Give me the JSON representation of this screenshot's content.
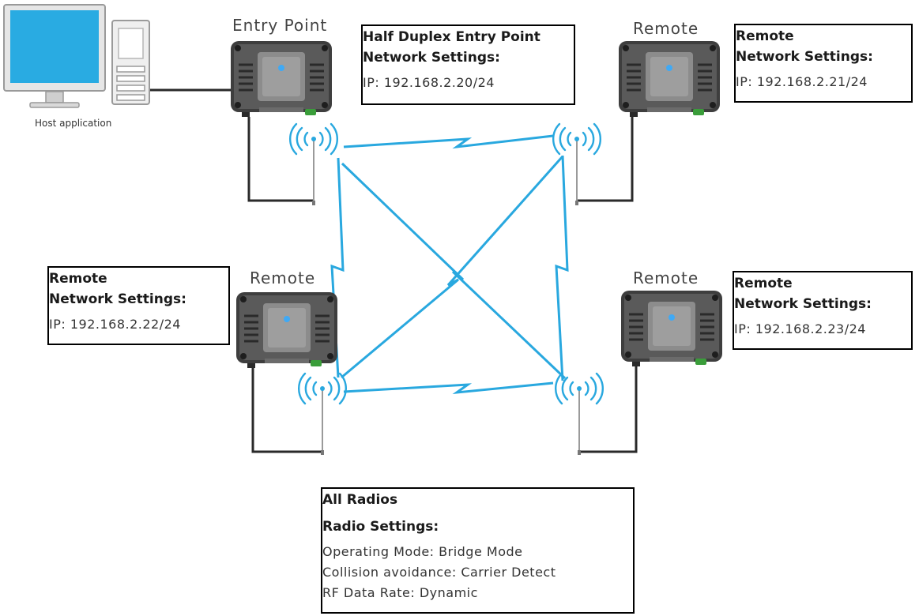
{
  "host": {
    "caption": "Host application"
  },
  "radios": {
    "entry_point": {
      "caption": "Entry Point"
    },
    "remote_top_right": {
      "caption": "Remote"
    },
    "remote_left": {
      "caption": "Remote"
    },
    "remote_right": {
      "caption": "Remote"
    }
  },
  "boxes": {
    "entry_point": {
      "title_line1": "Half Duplex Entry Point",
      "title_line2": "Network Settings:",
      "ip": "IP: 192.168.2.20/24"
    },
    "remote_top_right": {
      "title_line1": "Remote",
      "title_line2": "Network Settings:",
      "ip": "IP: 192.168.2.21/24"
    },
    "remote_left": {
      "title_line1": "Remote",
      "title_line2": "Network Settings:",
      "ip": "IP: 192.168.2.22/24"
    },
    "remote_right": {
      "title_line1": "Remote",
      "title_line2": "Network Settings:",
      "ip": "IP: 192.168.2.23/24"
    },
    "all_radios": {
      "title": "All Radios",
      "subtitle": "Radio Settings:",
      "line1": "Operating Mode: Bridge Mode",
      "line2": "Collision avoidance: Carrier Detect",
      "line3": "RF Data Rate: Dynamic"
    }
  },
  "colors": {
    "link": "#29a8df",
    "device_body": "#4d4d4d",
    "device_plate": "#7a7a7a",
    "monitor_screen": "#29abe2"
  }
}
